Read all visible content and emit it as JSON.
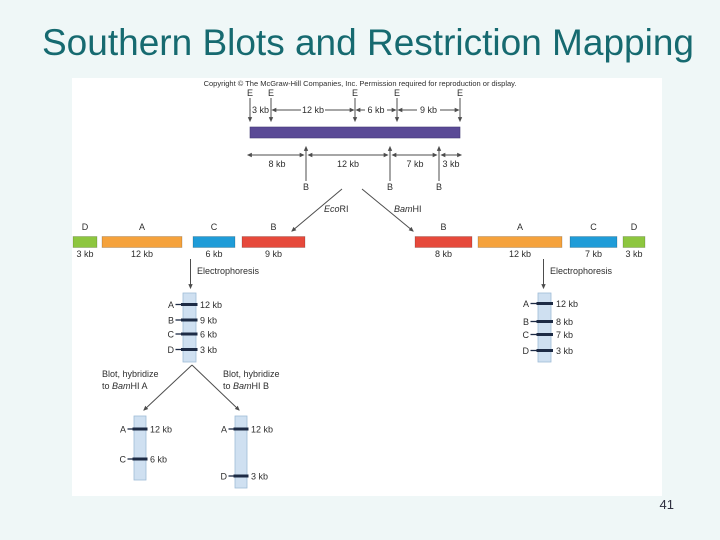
{
  "slide": {
    "title": "Southern Blots and Restriction Mapping",
    "page_number": "41"
  },
  "colors": {
    "title_text": "#166a70",
    "dna_bar": "#5a4a96",
    "gel_lane": "#cfe0f1",
    "gel_band": "#1d2b45"
  },
  "figure": {
    "copyright": "Copyright © The McGraw-Hill Companies, Inc. Permission required for reproduction or display.",
    "map": {
      "eco": {
        "label": "E",
        "intervals": [
          "3 kb",
          "12 kb",
          "6 kb",
          "9 kb"
        ]
      },
      "bam": {
        "label": "B",
        "intervals": [
          "8 kb",
          "12 kb",
          "7 kb",
          "3 kb"
        ]
      }
    },
    "enzymes": {
      "eco": {
        "italic": "Eco",
        "rest": "RI"
      },
      "bam": {
        "italic": "Bam",
        "rest": "HI"
      }
    },
    "digest_eco": {
      "fragments": [
        {
          "label": "D",
          "size": "3 kb",
          "color": "#8dc63f"
        },
        {
          "label": "A",
          "size": "12 kb",
          "color": "#f5a23c"
        },
        {
          "label": "C",
          "size": "6 kb",
          "color": "#1f9cd8"
        },
        {
          "label": "B",
          "size": "9 kb",
          "color": "#e6493b"
        }
      ]
    },
    "digest_bam": {
      "fragments": [
        {
          "label": "B",
          "size": "8 kb",
          "color": "#e6493b"
        },
        {
          "label": "A",
          "size": "12 kb",
          "color": "#f5a23c"
        },
        {
          "label": "C",
          "size": "7 kb",
          "color": "#1f9cd8"
        },
        {
          "label": "D",
          "size": "3 kb",
          "color": "#8dc63f"
        }
      ]
    },
    "electrophoresis_label": "Electrophoresis",
    "gel_eco": {
      "bands": [
        {
          "label": "A",
          "size": "12 kb"
        },
        {
          "label": "B",
          "size": "9 kb"
        },
        {
          "label": "C",
          "size": "6 kb"
        },
        {
          "label": "D",
          "size": "3 kb"
        }
      ]
    },
    "gel_bam": {
      "bands": [
        {
          "label": "A",
          "size": "12 kb"
        },
        {
          "label": "B",
          "size": "8 kb"
        },
        {
          "label": "C",
          "size": "7 kb"
        },
        {
          "label": "D",
          "size": "3 kb"
        }
      ]
    },
    "blot_a": {
      "line1": "Blot, hybridize",
      "line2_pre": "to ",
      "line2_italic": "Bam",
      "line2_rest": "HI A",
      "bands": [
        {
          "label": "A",
          "size": "12 kb"
        },
        {
          "label": "C",
          "size": "6 kb"
        }
      ]
    },
    "blot_b": {
      "line1": "Blot, hybridize",
      "line2_pre": "to ",
      "line2_italic": "Bam",
      "line2_rest": "HI B",
      "bands": [
        {
          "label": "A",
          "size": "12 kb"
        },
        {
          "label": "D",
          "size": "3 kb"
        }
      ]
    }
  }
}
